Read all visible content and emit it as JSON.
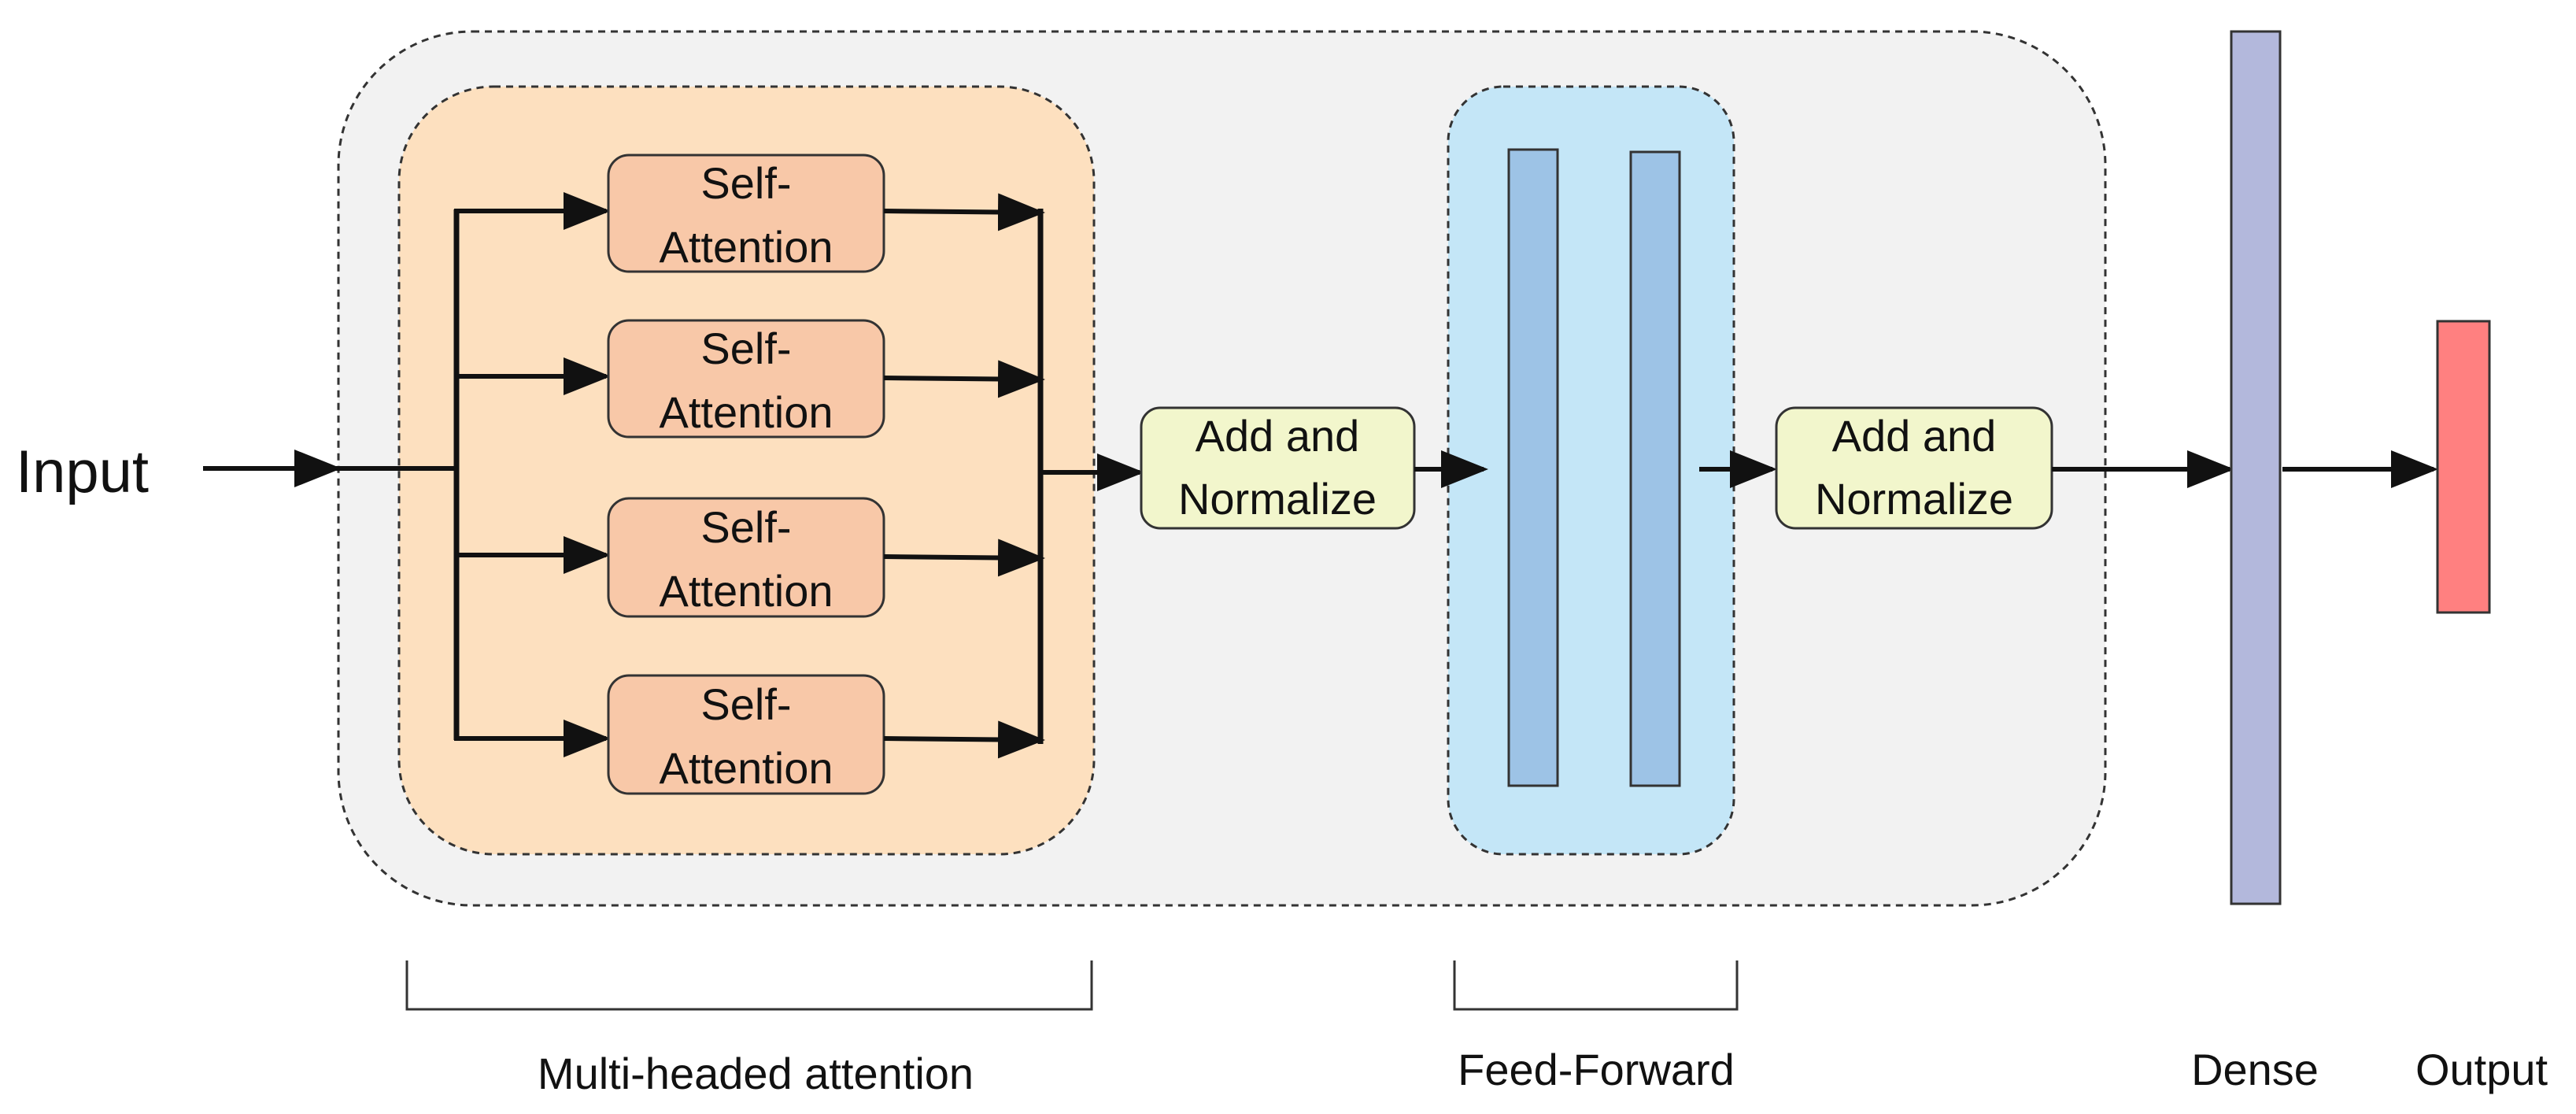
{
  "input": {
    "label": "Input"
  },
  "multi_head": {
    "heads": [
      {
        "line1": "Self-",
        "line2": "Attention"
      },
      {
        "line1": "Self-",
        "line2": "Attention"
      },
      {
        "line1": "Self-",
        "line2": "Attention"
      },
      {
        "line1": "Self-",
        "line2": "Attention"
      }
    ],
    "caption": "Multi-headed attention"
  },
  "add_norm": [
    {
      "line1": "Add and",
      "line2": "Normalize"
    },
    {
      "line1": "Add and",
      "line2": "Normalize"
    }
  ],
  "feed_forward": {
    "caption": "Feed-Forward"
  },
  "dense": {
    "caption": "Dense"
  },
  "output": {
    "caption": "Output"
  },
  "colors": {
    "encoder_block_fill": "#f2f2f2",
    "attention_group_fill": "#fde0bf",
    "self_attention_fill": "#f8c8a8",
    "add_norm_fill": "#f2f6cc",
    "feed_forward_fill": "#c4e6f7",
    "feed_forward_layer_fill": "#9dc3e6",
    "dense_fill": "#b3b8dc",
    "output_fill": "#ff8080",
    "line": "#111111"
  }
}
